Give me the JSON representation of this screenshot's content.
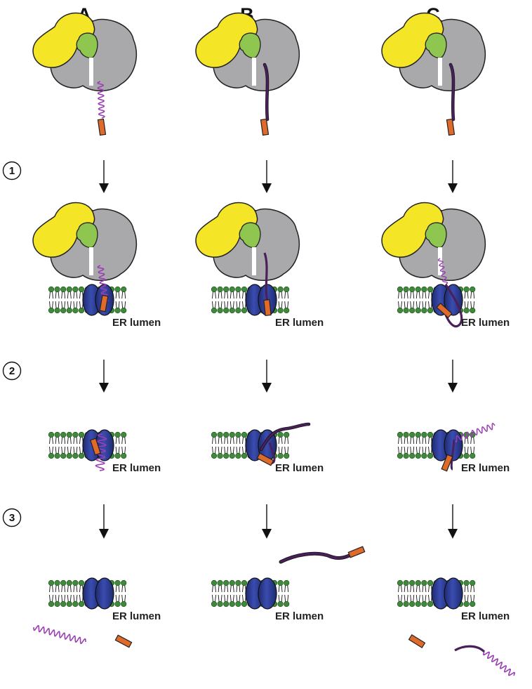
{
  "columns": [
    {
      "id": "A",
      "label": "A",
      "mode": "helix-cleaved",
      "lumen_label": "ER lumen"
    },
    {
      "id": "B",
      "label": "B",
      "mode": "tail-released",
      "lumen_label": "ER lumen"
    },
    {
      "id": "C",
      "label": "C",
      "mode": "helix-tail",
      "lumen_label": "ER lumen"
    }
  ],
  "steps": [
    "1",
    "2",
    "3"
  ],
  "colors": {
    "large_subunit": "#a9a9ab",
    "small_subunit": "#f4e526",
    "nascent_chain_exit": "#8fc650",
    "translocon": "#253285",
    "helix": "#9a3fb3",
    "chain": "#4a205a",
    "signal_peptide": "#e06a2a",
    "lipid_head": "#3f8a3a"
  }
}
